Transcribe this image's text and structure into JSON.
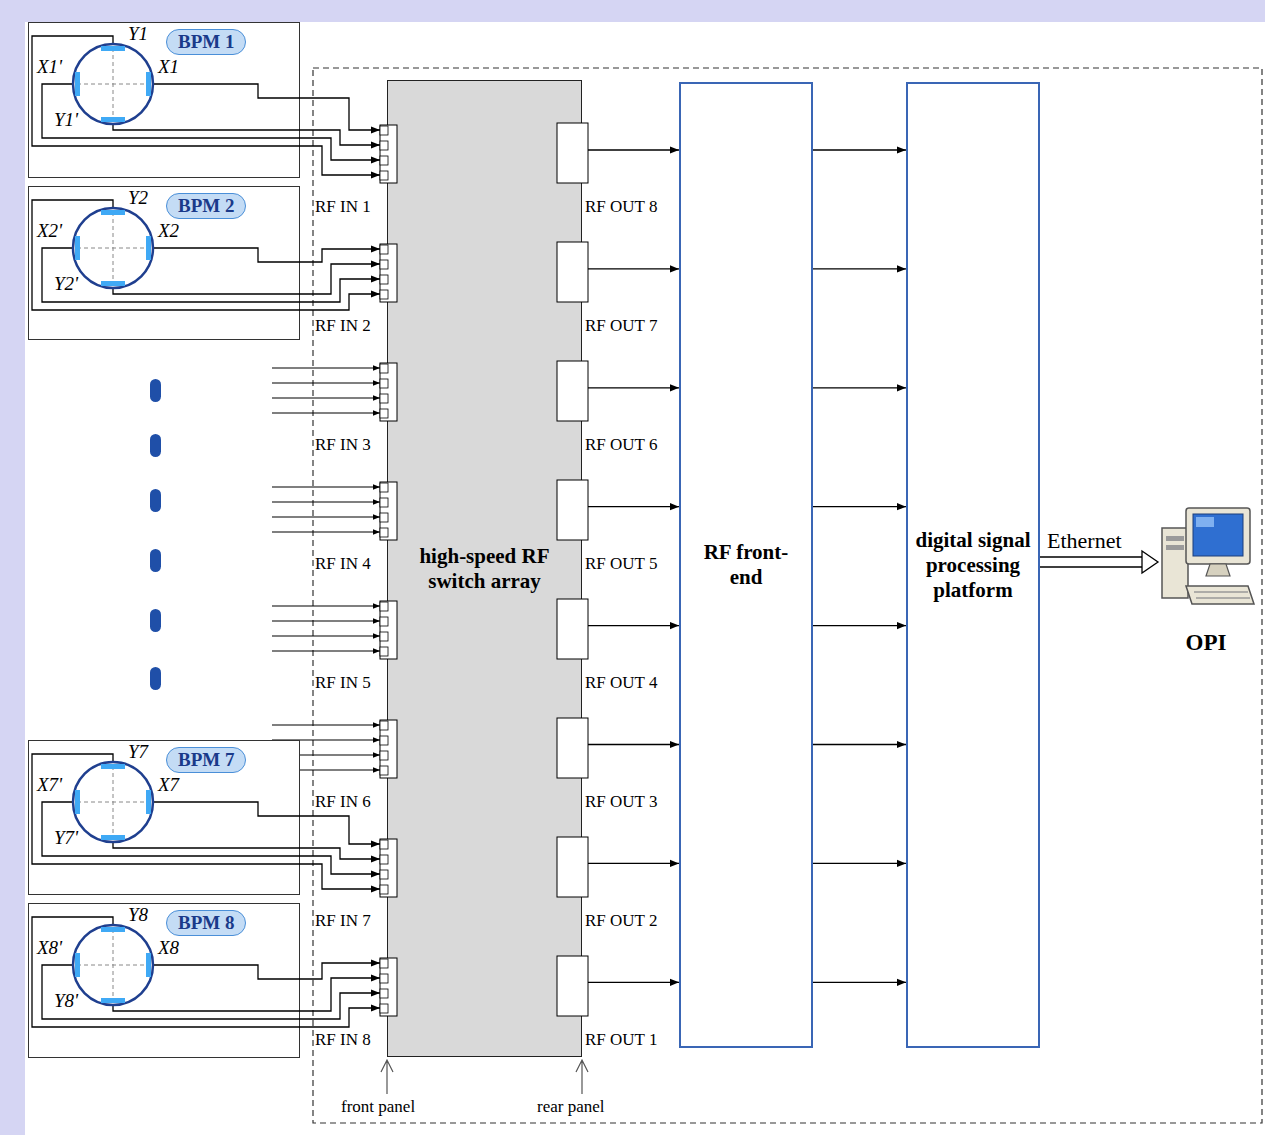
{
  "diagram": {
    "nodes": [
      {
        "text": [
          "BPM 1"
        ]
      },
      {
        "text": [
          "BPM 2"
        ]
      },
      {
        "text": [
          "BPM 7"
        ]
      },
      {
        "text": [
          "BPM 8"
        ]
      },
      {
        "text": [
          "high-speed RF switch array"
        ]
      },
      {
        "text": [
          "RF front-end"
        ]
      },
      {
        "text": [
          "digital signal processing platform"
        ]
      },
      {
        "text": [
          "OPI"
        ]
      }
    ],
    "edges": [
      {
        "from": 0,
        "to": 4,
        "arrow": "to"
      },
      {
        "from": 1,
        "to": 4,
        "arrow": "to"
      },
      {
        "from": 2,
        "to": 4,
        "arrow": "to"
      },
      {
        "from": 3,
        "to": 4,
        "arrow": "to"
      },
      {
        "from": 4,
        "to": 5,
        "arrow": "to"
      },
      {
        "from": 4,
        "to": 5,
        "arrow": "to"
      },
      {
        "from": 4,
        "to": 5,
        "arrow": "to"
      },
      {
        "from": 4,
        "to": 5,
        "arrow": "to"
      },
      {
        "from": 4,
        "to": 5,
        "arrow": "to"
      },
      {
        "from": 4,
        "to": 5,
        "arrow": "to"
      },
      {
        "from": 4,
        "to": 5,
        "arrow": "to"
      },
      {
        "from": 4,
        "to": 5,
        "arrow": "to"
      },
      {
        "from": 5,
        "to": 6,
        "arrow": "to"
      },
      {
        "from": 5,
        "to": 6,
        "arrow": "to"
      },
      {
        "from": 5,
        "to": 6,
        "arrow": "to"
      },
      {
        "from": 5,
        "to": 6,
        "arrow": "to"
      },
      {
        "from": 5,
        "to": 6,
        "arrow": "to"
      },
      {
        "from": 5,
        "to": 6,
        "arrow": "to"
      },
      {
        "from": 5,
        "to": 6,
        "arrow": "to"
      },
      {
        "from": 5,
        "to": 6,
        "arrow": "to"
      },
      {
        "from": 6,
        "to": 7,
        "label": "Ethernet",
        "arrow": "to"
      }
    ],
    "labels": [
      "Y1",
      "X1'",
      "X1",
      "Y1'",
      "Y2",
      "X2'",
      "X2",
      "Y2'",
      "Y7",
      "X7'",
      "X7",
      "Y7'",
      "Y8",
      "X8'",
      "X8",
      "Y8'",
      "RF IN 1",
      "RF IN 2",
      "RF IN 3",
      "RF IN 4",
      "RF IN 5",
      "RF IN 6",
      "RF IN 7",
      "RF IN 8",
      "RF OUT 8",
      "RF OUT 7",
      "RF OUT 6",
      "RF OUT 5",
      "RF OUT 4",
      "RF OUT 3",
      "RF OUT 2",
      "RF OUT 1",
      "front panel",
      "rear panel"
    ]
  }
}
